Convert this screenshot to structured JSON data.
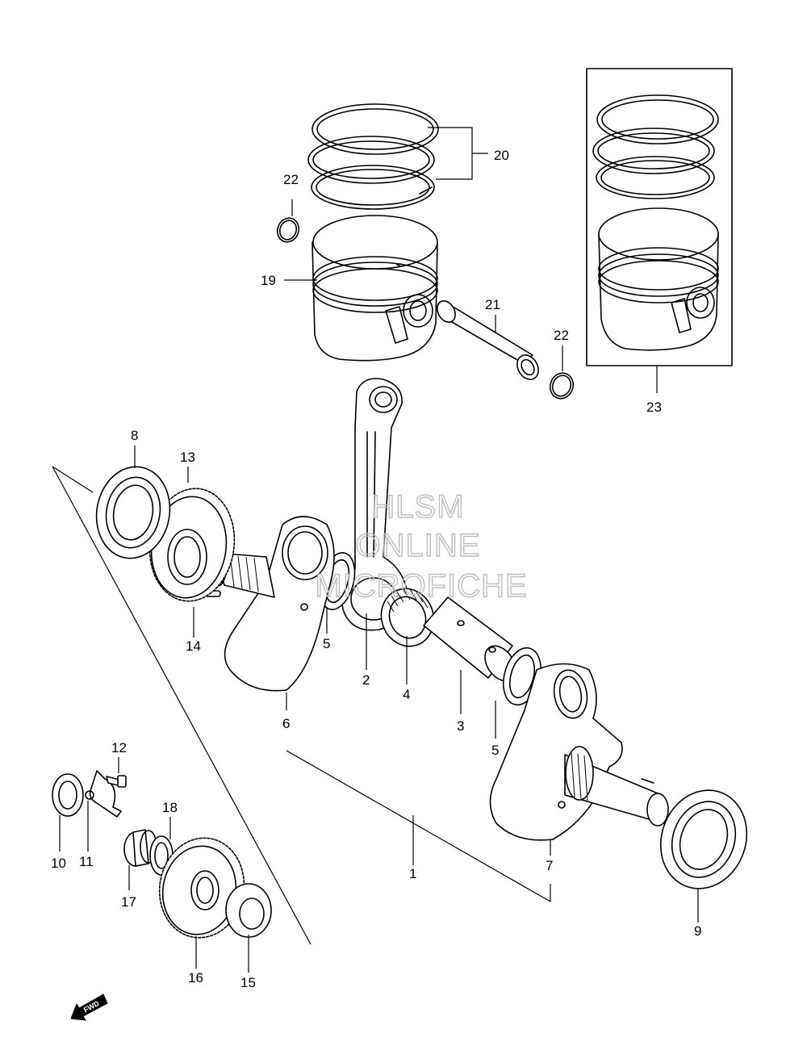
{
  "diagram": {
    "callouts": {
      "c1": "1",
      "c2": "2",
      "c3": "3",
      "c4": "4",
      "c5a": "5",
      "c5b": "5",
      "c6": "6",
      "c7": "7",
      "c8": "8",
      "c9": "9",
      "c10": "10",
      "c11": "11",
      "c12": "12",
      "c13": "13",
      "c14": "14",
      "c15": "15",
      "c16": "16",
      "c17": "17",
      "c18": "18",
      "c19": "19",
      "c20": "20",
      "c21": "21",
      "c22a": "22",
      "c22b": "22",
      "c23": "23"
    },
    "watermark": {
      "line1": "HLSM",
      "line2": "ONLINE",
      "line3": "MICROFICHE"
    },
    "fwd_label": "FWD"
  }
}
